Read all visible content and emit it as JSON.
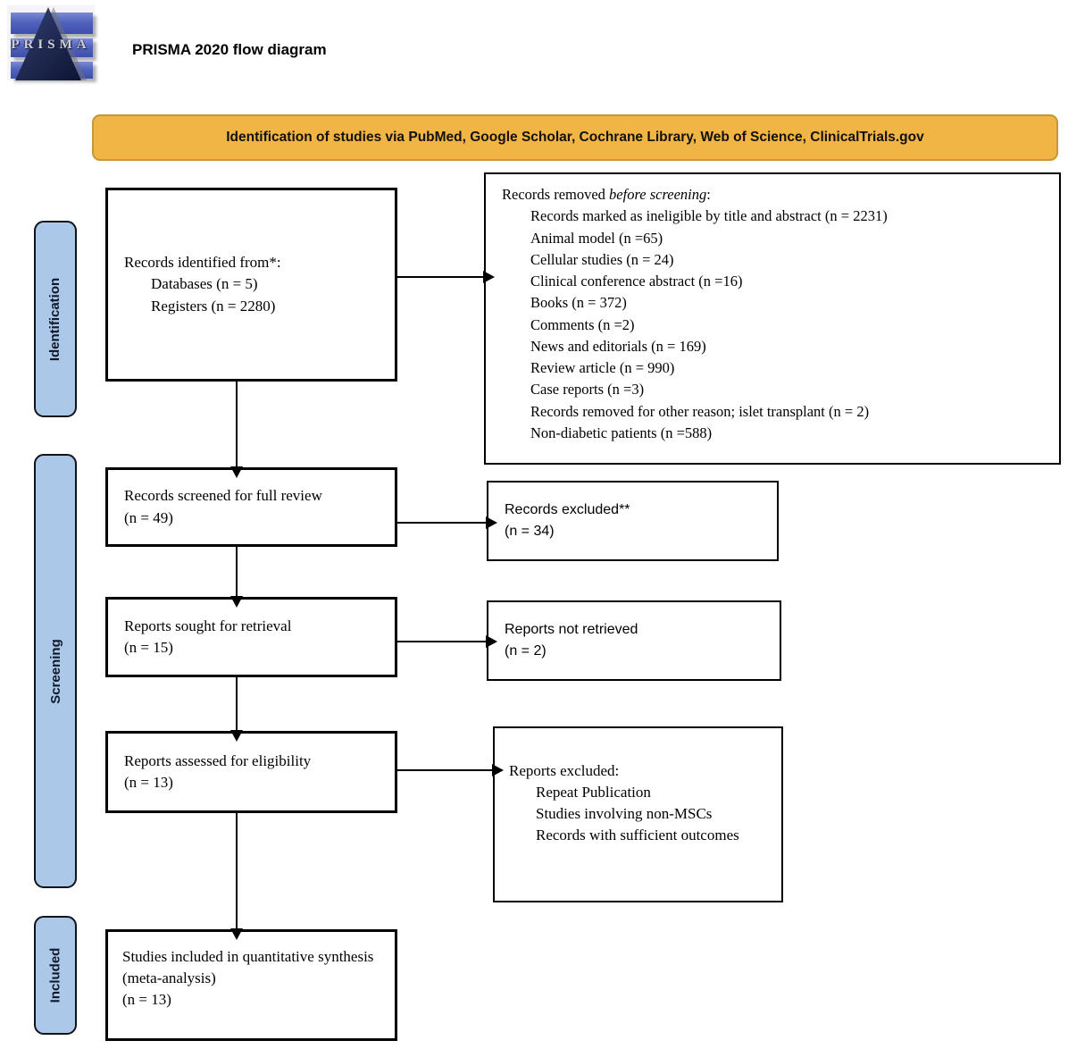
{
  "page": {
    "title": "PRISMA 2020 flow diagram"
  },
  "logo": {
    "word": "PRISMA"
  },
  "banner": {
    "text": "Identification of studies via PubMed, Google Scholar, Cochrane Library, Web of Science, ClinicalTrials.gov"
  },
  "stages": {
    "identification": "Identification",
    "screening": "Screening",
    "included": "Included"
  },
  "boxes": {
    "identified": {
      "title": "Records identified from*:",
      "items": [
        "Databases (n = 5)",
        "Registers (n = 2280)"
      ]
    },
    "removed": {
      "title_prefix": "Records removed ",
      "title_italic": "before screening",
      "title_suffix": ":",
      "items": [
        "Records marked as ineligible by title and abstract (n = 2231)",
        "Animal model (n =65)",
        "Cellular studies (n = 24)",
        "Clinical conference abstract (n =16)",
        "Books (n = 372)",
        "Comments (n =2)",
        "News and editorials (n = 169)",
        "Review article (n = 990)",
        "Case reports (n =3)",
        "Records removed for other reason; islet transplant (n = 2)",
        "Non-diabetic patients (n =588)"
      ]
    },
    "screened": {
      "line1": "Records screened for full review",
      "line2": "(n = 49)"
    },
    "records_excluded": {
      "line1": "Records excluded**",
      "line2": "(n = 34)"
    },
    "sought": {
      "line1": "Reports sought for retrieval",
      "line2": "(n = 15)"
    },
    "not_retrieved": {
      "line1": "Reports not retrieved",
      "line2": "(n = 2)"
    },
    "assessed": {
      "line1": "Reports assessed for eligibility",
      "line2": "(n = 13)"
    },
    "reports_excluded": {
      "title": "Reports excluded:",
      "items": [
        "Repeat Publication",
        "Studies involving non-MSCs",
        "Records with sufficient outcomes"
      ]
    },
    "included_box": {
      "line1": "Studies included in quantitative synthesis (meta-analysis)",
      "line2": "(n = 13)"
    }
  },
  "colors": {
    "banner_fill": "#F0B544",
    "banner_border": "#C6963B",
    "stage_fill": "#ABC8E8",
    "box_border": "#000000",
    "logo_blue": "#5163BE",
    "logo_navy": "#141C3C"
  }
}
